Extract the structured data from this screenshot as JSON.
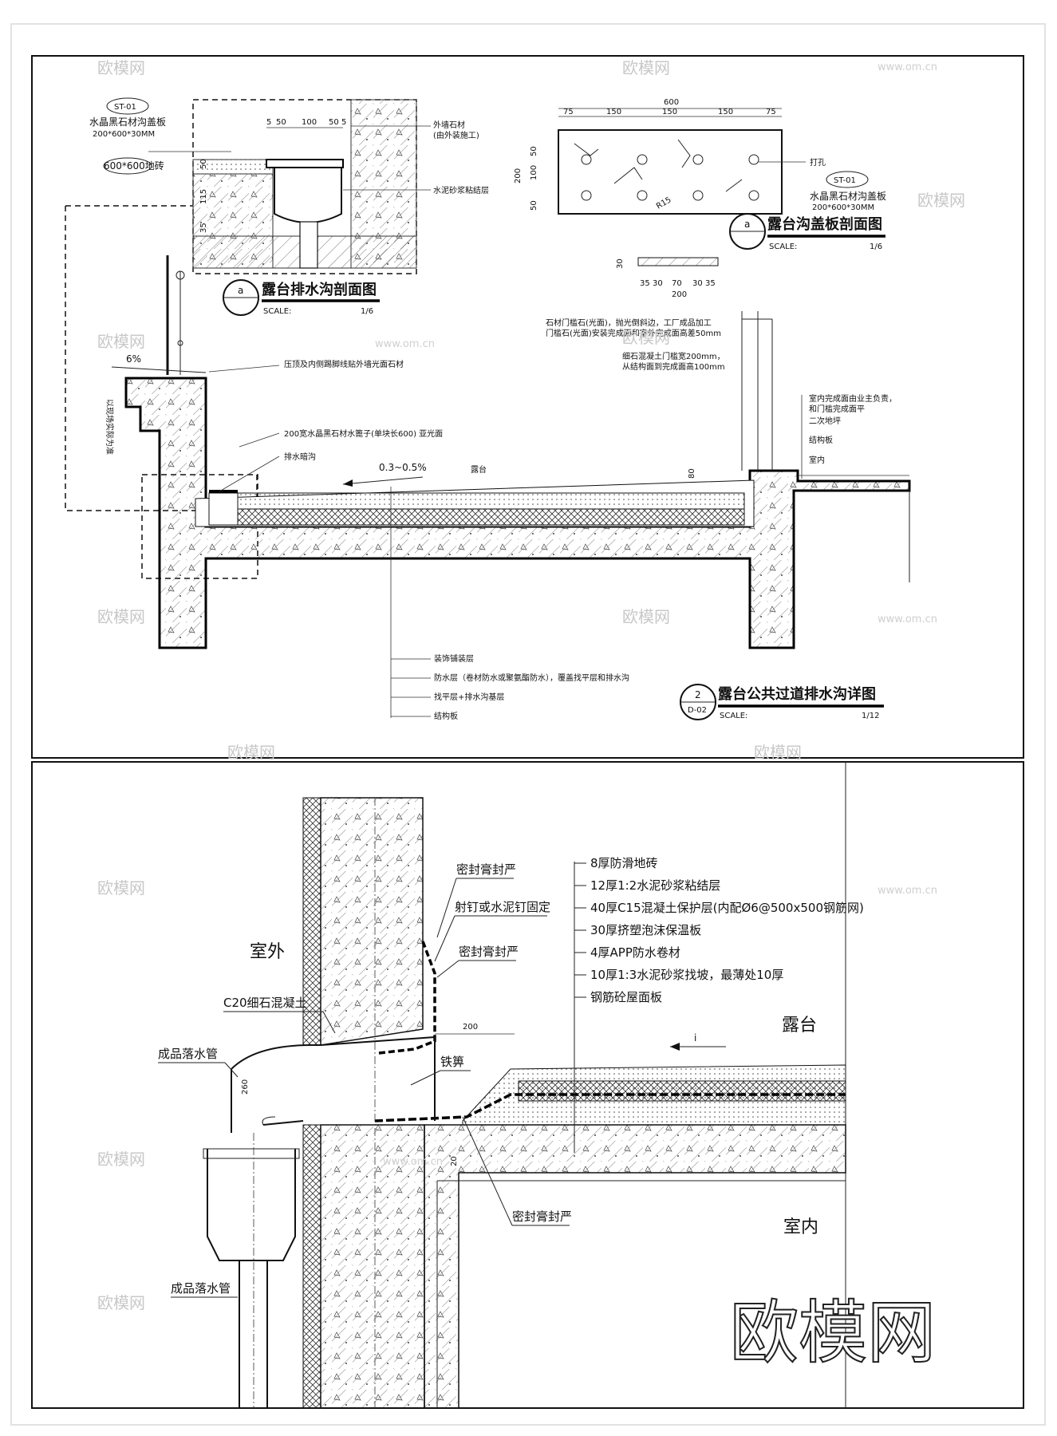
{
  "top_panel": {
    "detail_a": {
      "tag_code": "ST-01",
      "cover_label": "水晶黑石材沟盖板",
      "cover_spec": "200*600*30MM",
      "tile_label": "600*600地砖",
      "dims_top": [
        "5",
        "50",
        "100",
        "50",
        "5"
      ],
      "dims_side": [
        "50",
        "115",
        "35"
      ],
      "right_label_1": "外墙石材",
      "right_label_1b": "(由外装施工)",
      "right_label_2": "水泥砂浆粘结层",
      "title_letter": "a",
      "title": "露台排水沟剖面图",
      "scale_label": "SCALE:",
      "scale_value": "1/6"
    },
    "cover_plate": {
      "total_dim": "600",
      "dims": [
        "75",
        "150",
        "150",
        "150",
        "75"
      ],
      "side_dims": [
        "50",
        "100",
        "50"
      ],
      "height_dim": "200",
      "radius_label": "R15",
      "hole_label": "打孔",
      "tag_code": "ST-01",
      "material_label": "水晶黑石材沟盖板",
      "material_spec": "200*600*30MM",
      "title_letter": "a",
      "title": "露台沟盖板剖面图",
      "scale_label": "SCALE:",
      "scale_value": "1/6",
      "section_thk": "30",
      "section_dims": [
        "35",
        "30",
        "70",
        "30",
        "35"
      ],
      "section_total": "200"
    },
    "main_detail": {
      "slope_left": "6%",
      "note_coping": "压顶及内侧踢脚线贴外墙光面石材",
      "note_vertical": "以现场实际为准",
      "note_grate": "200宽水晶黑石材水篦子(单块长600) 亚光面",
      "note_drain": "排水暗沟",
      "slope_main": "0.3~0.5%",
      "label_terrace": "露台",
      "dim_80": "80",
      "note_threshold_1": "石材门槛石(光面)，抛光倒斜边，工厂成品加工",
      "note_threshold_2": "门槛石(光面)安装完成面和室外完成面高差50mm",
      "note_concrete_1": "细石混凝土门槛宽200mm，",
      "note_concrete_2": "从结构面到完成面高100mm",
      "note_indoor_1": "室内完成面由业主负责，",
      "note_indoor_2": "和门槛完成面平",
      "note_screed": "二次地坪",
      "note_slab": "结构板",
      "label_indoor": "室内",
      "layers": [
        "装饰铺装层",
        "防水层（卷材防水或聚氨酯防水），覆盖找平层和排水沟",
        "找平层+排水沟基层",
        "结构板"
      ],
      "title_number": "2",
      "title_sheet": "D-02",
      "title": "露台公共过道排水沟详图",
      "scale_label": "SCALE:",
      "scale_value": "1/12"
    }
  },
  "bottom_panel": {
    "label_outdoor": "室外",
    "label_terrace": "露台",
    "label_indoor": "室内",
    "label_concrete": "C20细石混凝土",
    "label_pipe_1": "成品落水管",
    "label_pipe_2": "成品落水管",
    "label_sealant_1": "密封膏封严",
    "label_nail": "射钉或水泥钉固定",
    "label_sealant_2": "密封膏封严",
    "label_sealant_3": "密封膏封严",
    "label_grate": "铁箅",
    "dim_200": "200",
    "dim_260": "260",
    "dim_20": "20",
    "slope_i": "i",
    "layers": [
      "8厚防滑地砖",
      "12厚1:2水泥砂浆粘结层",
      "40厚C15混凝土保护层(内配Ø6@500x500钢筋网)",
      "30厚挤塑泡沫保温板",
      "4厚APP防水卷材",
      "10厚1:3水泥砂浆找坡，最薄处10厚",
      "钢筋砼屋面板"
    ]
  },
  "watermark": {
    "brand": "欧模网",
    "url": "www.om.cn"
  }
}
